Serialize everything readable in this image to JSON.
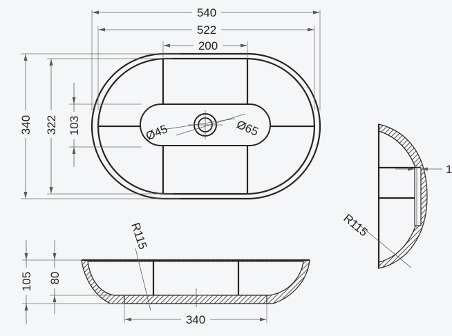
{
  "top_view": {
    "dim_overall_length": "540",
    "dim_inner_length": "522",
    "dim_center_width": "200",
    "dim_overall_width": "340",
    "dim_inner_width": "322",
    "dim_drain_area": "103",
    "dim_hole_inner": "Ø45",
    "dim_hole_outer": "Ø65"
  },
  "front_view": {
    "dim_height": "105",
    "dim_inner_height": "80",
    "dim_radius": "R115",
    "dim_base": "340"
  },
  "side_view": {
    "dim_wall": "1",
    "dim_radius": "R115"
  },
  "colors": {
    "line": "#2a2322",
    "dimension": "#5a5a5a",
    "background": "#f5f6f7"
  }
}
